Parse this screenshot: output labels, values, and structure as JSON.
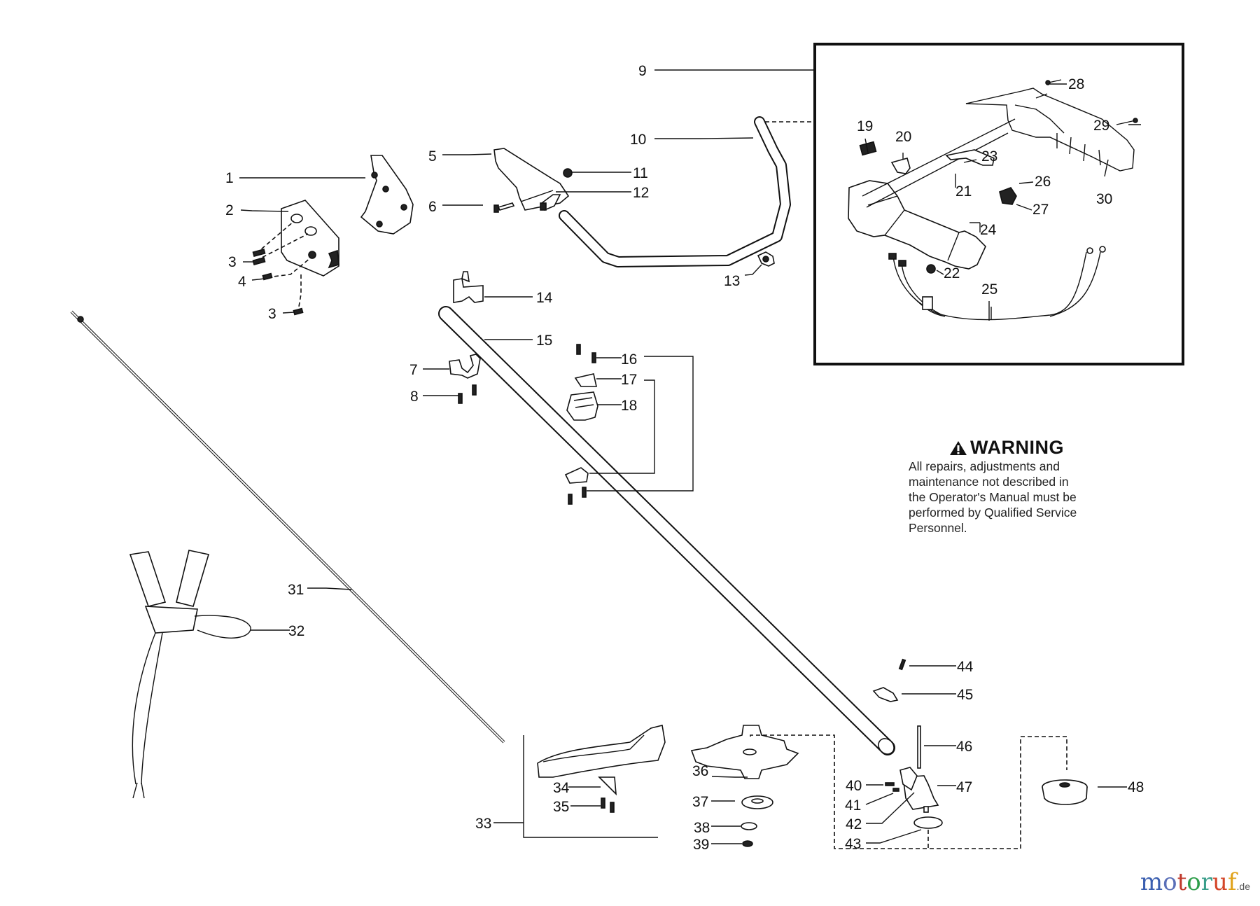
{
  "document": {
    "type": "exploded parts diagram",
    "subject": "brushcutter / trimmer shaft, handle and cutting head assembly"
  },
  "callouts": [
    {
      "id": "1",
      "label": "1"
    },
    {
      "id": "2",
      "label": "2"
    },
    {
      "id": "3a",
      "label": "3"
    },
    {
      "id": "4",
      "label": "4"
    },
    {
      "id": "3b",
      "label": "3"
    },
    {
      "id": "5",
      "label": "5"
    },
    {
      "id": "6",
      "label": "6"
    },
    {
      "id": "7",
      "label": "7"
    },
    {
      "id": "8",
      "label": "8"
    },
    {
      "id": "9",
      "label": "9"
    },
    {
      "id": "10",
      "label": "10"
    },
    {
      "id": "11",
      "label": "11"
    },
    {
      "id": "12",
      "label": "12"
    },
    {
      "id": "13",
      "label": "13"
    },
    {
      "id": "14",
      "label": "14"
    },
    {
      "id": "15",
      "label": "15"
    },
    {
      "id": "16",
      "label": "16"
    },
    {
      "id": "17",
      "label": "17"
    },
    {
      "id": "18",
      "label": "18"
    },
    {
      "id": "19",
      "label": "19"
    },
    {
      "id": "20",
      "label": "20"
    },
    {
      "id": "21",
      "label": "21"
    },
    {
      "id": "22",
      "label": "22"
    },
    {
      "id": "23",
      "label": "23"
    },
    {
      "id": "24",
      "label": "24"
    },
    {
      "id": "25",
      "label": "25"
    },
    {
      "id": "26",
      "label": "26"
    },
    {
      "id": "27",
      "label": "27"
    },
    {
      "id": "28",
      "label": "28"
    },
    {
      "id": "29",
      "label": "29"
    },
    {
      "id": "30",
      "label": "30"
    },
    {
      "id": "31",
      "label": "31"
    },
    {
      "id": "32",
      "label": "32"
    },
    {
      "id": "33",
      "label": "33"
    },
    {
      "id": "34",
      "label": "34"
    },
    {
      "id": "35",
      "label": "35"
    },
    {
      "id": "36",
      "label": "36"
    },
    {
      "id": "37",
      "label": "37"
    },
    {
      "id": "38",
      "label": "38"
    },
    {
      "id": "39",
      "label": "39"
    },
    {
      "id": "40",
      "label": "40"
    },
    {
      "id": "41",
      "label": "41"
    },
    {
      "id": "42",
      "label": "42"
    },
    {
      "id": "43",
      "label": "43"
    },
    {
      "id": "44",
      "label": "44"
    },
    {
      "id": "45",
      "label": "45"
    },
    {
      "id": "46",
      "label": "46"
    },
    {
      "id": "47",
      "label": "47"
    },
    {
      "id": "48",
      "label": "48"
    }
  ],
  "warning": {
    "title": "WARNING",
    "icon": "warning-triangle-icon",
    "body": "All repairs, adjustments and\nmaintenance not described in\nthe Operator's Manual must be\nperformed by Qualified Service\nPersonnel."
  },
  "watermark": {
    "letters": [
      "m",
      "o",
      "t",
      "o",
      "r",
      "u",
      "f"
    ],
    "colors": [
      "#3b5fb0",
      "#5a6fb8",
      "#c0392b",
      "#2e9e4a",
      "#3a9e8a",
      "#d4462a",
      "#e0a21a"
    ],
    "suffix": ".de"
  }
}
